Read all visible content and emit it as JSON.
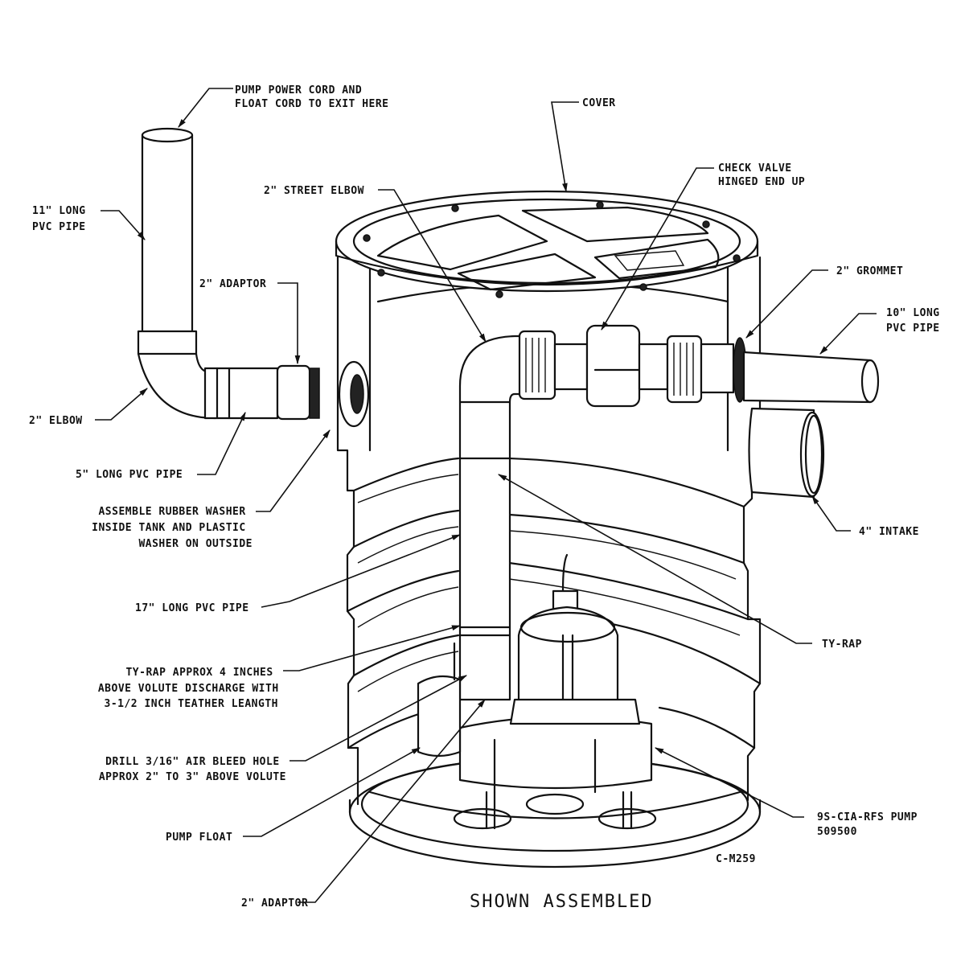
{
  "diagram": {
    "title": "SHOWN ASSEMBLED",
    "drawing_number": "C-M259",
    "labels": {
      "pump_power_cord": [
        "PUMP POWER CORD AND",
        "FLOAT CORD TO EXIT HERE"
      ],
      "pvc_11": [
        "11\" LONG",
        "PVC PIPE"
      ],
      "adaptor_top": [
        "2\" ADAPTOR"
      ],
      "elbow": [
        "2\" ELBOW"
      ],
      "pvc_5": [
        "5\" LONG PVC PIPE"
      ],
      "washer": [
        "ASSEMBLE RUBBER WASHER",
        "INSIDE TANK AND PLASTIC",
        "WASHER ON OUTSIDE"
      ],
      "pvc_17": [
        "17\" LONG PVC PIPE"
      ],
      "tyrap_approx": [
        "TY-RAP APPROX 4 INCHES",
        "ABOVE VOLUTE DISCHARGE WITH",
        "3-1/2 INCH TEATHER LEANGTH"
      ],
      "drill": [
        "DRILL 3/16\" AIR BLEED HOLE",
        "APPROX 2\" TO 3\" ABOVE VOLUTE"
      ],
      "pump_float": [
        "PUMP FLOAT"
      ],
      "adaptor_bottom": [
        "2\" ADAPTOR"
      ],
      "street_elbow": [
        "2\" STREET ELBOW"
      ],
      "cover": [
        "COVER"
      ],
      "check_valve": [
        "CHECK VALVE",
        "HINGED END UP"
      ],
      "grommet": [
        "2\" GROMMET"
      ],
      "pvc_10": [
        "10\" LONG",
        "PVC PIPE"
      ],
      "intake": [
        "4\" INTAKE"
      ],
      "tyrap": [
        "TY-RAP"
      ],
      "pump": [
        "9S-CIA-RFS PUMP",
        "509500"
      ]
    }
  }
}
